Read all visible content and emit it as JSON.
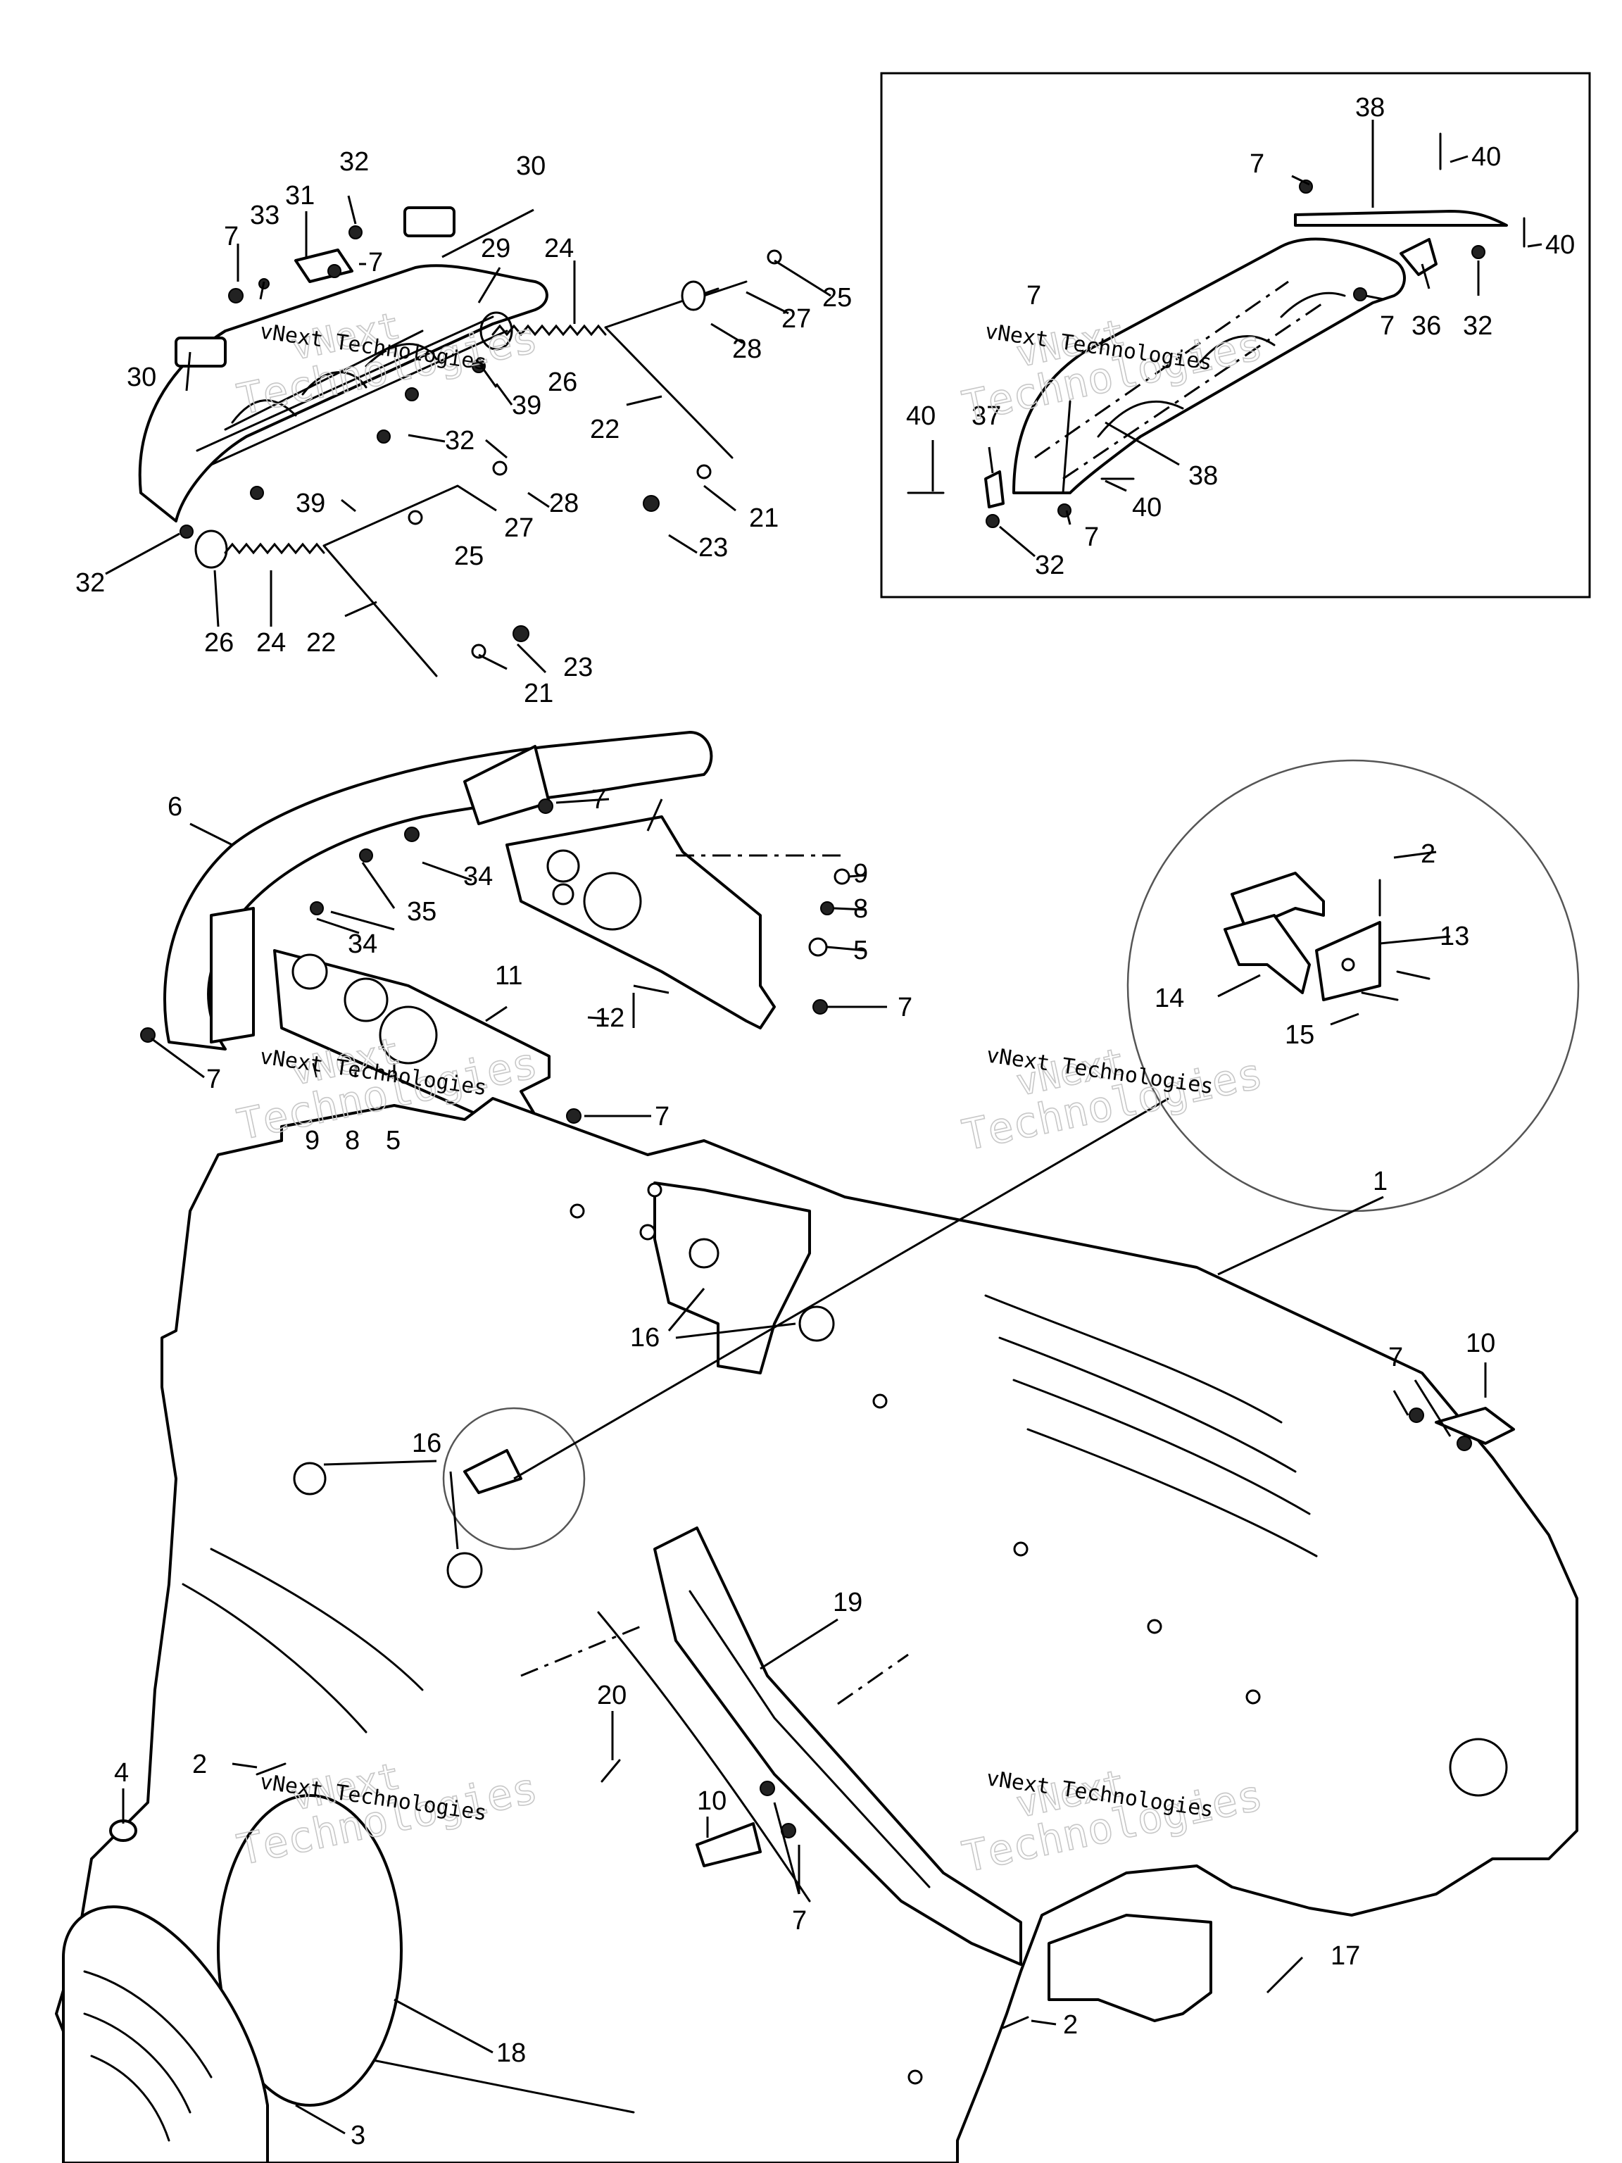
{
  "callouts": {
    "c1": "1",
    "c2a": "2",
    "c2b": "2",
    "c2c": "2",
    "c3": "3",
    "c4": "4",
    "c5a": "5",
    "c5b": "5",
    "c6": "6",
    "c7a": "7",
    "c7b": "7",
    "c7c": "7",
    "c7d": "7",
    "c7e": "7",
    "c7f": "7",
    "c7g": "7",
    "c7h": "7",
    "c7i": "7",
    "c7j": "7",
    "c7k": "7",
    "c7l": "7",
    "c8a": "8",
    "c8b": "8",
    "c9a": "9",
    "c9b": "9",
    "c10a": "10",
    "c10b": "10",
    "c11": "11",
    "c12": "12",
    "c13": "13",
    "c14": "14",
    "c15": "15",
    "c16a": "16",
    "c16b": "16",
    "c17": "17",
    "c18": "18",
    "c19": "19",
    "c20": "20",
    "c21a": "21",
    "c21b": "21",
    "c22a": "22",
    "c22b": "22",
    "c23a": "23",
    "c23b": "23",
    "c24a": "24",
    "c24b": "24",
    "c25a": "25",
    "c25b": "25",
    "c26a": "26",
    "c26b": "26",
    "c27a": "27",
    "c27b": "27",
    "c28a": "28",
    "c28b": "28",
    "c29": "29",
    "c30a": "30",
    "c30b": "30",
    "c31": "31",
    "c32a": "32",
    "c32b": "32",
    "c32c": "32",
    "c32d": "32",
    "c32e": "32",
    "c33": "33",
    "c34a": "34",
    "c34b": "34",
    "c35": "35",
    "c36": "36",
    "c37": "37",
    "c38a": "38",
    "c38b": "38",
    "c39a": "39",
    "c39b": "39",
    "c40a": "40",
    "c40b": "40",
    "c40c": "40",
    "c40d": "40"
  },
  "watermark": {
    "line1": "vNext",
    "line2": "Technologies",
    "small": "vNext Technologies"
  }
}
